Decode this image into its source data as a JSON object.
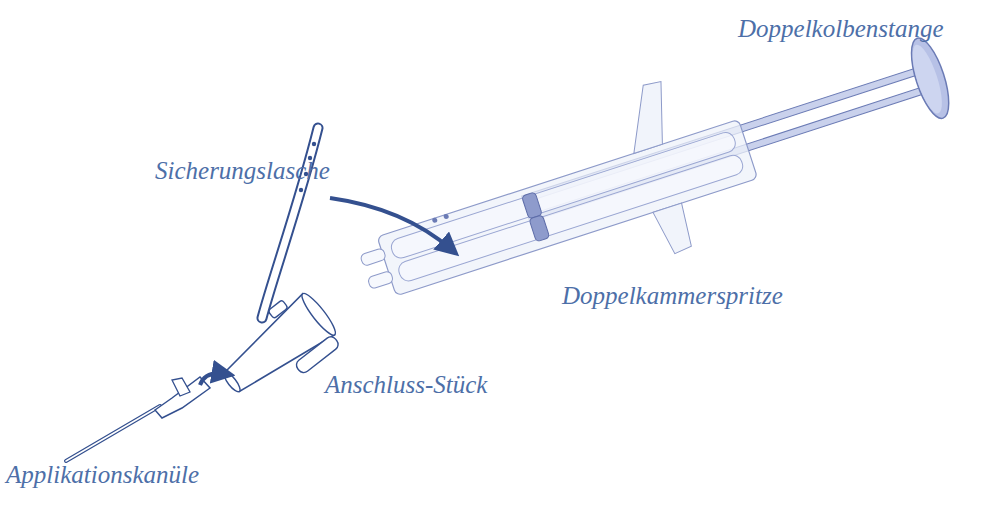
{
  "diagram": {
    "labels": [
      "Doppelkolbenstange",
      "Sicherungslasche",
      "Doppelkammerspritze",
      "Anschluss-Stück",
      "Applikationskanüle"
    ]
  }
}
